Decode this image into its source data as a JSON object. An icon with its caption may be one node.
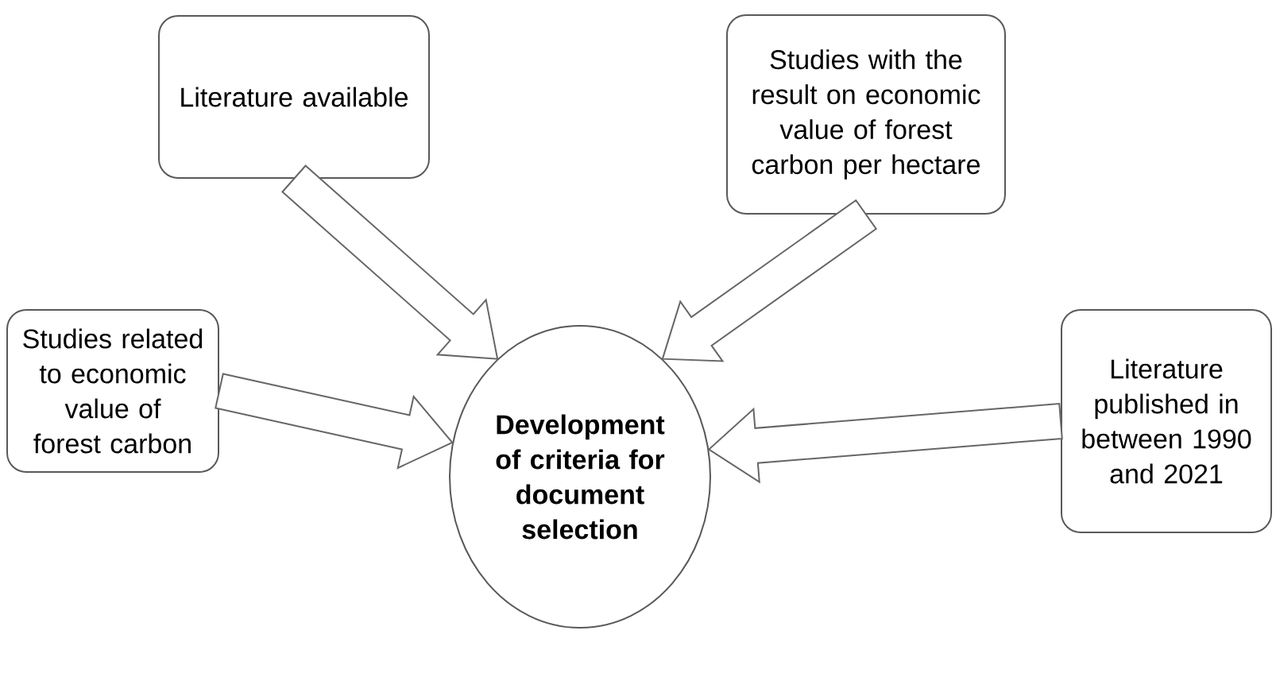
{
  "diagram": {
    "nodes": [
      {
        "text": [
          "Literature available"
        ]
      },
      {
        "text": [
          "Studies with the result on economic value of forest carbon per hectare"
        ]
      },
      {
        "text": [
          "Studies related to economic value of forest carbon"
        ]
      },
      {
        "text": [
          "Development of criteria for document selection"
        ]
      },
      {
        "text": [
          "Literature published in between 1990 and 2021"
        ]
      }
    ],
    "edges": [
      {
        "from": 0,
        "to": 3,
        "arrow": "to"
      },
      {
        "from": 1,
        "to": 3,
        "arrow": "to"
      },
      {
        "from": 2,
        "to": 3,
        "arrow": "to"
      },
      {
        "from": 4,
        "to": 3,
        "arrow": "to"
      }
    ]
  }
}
